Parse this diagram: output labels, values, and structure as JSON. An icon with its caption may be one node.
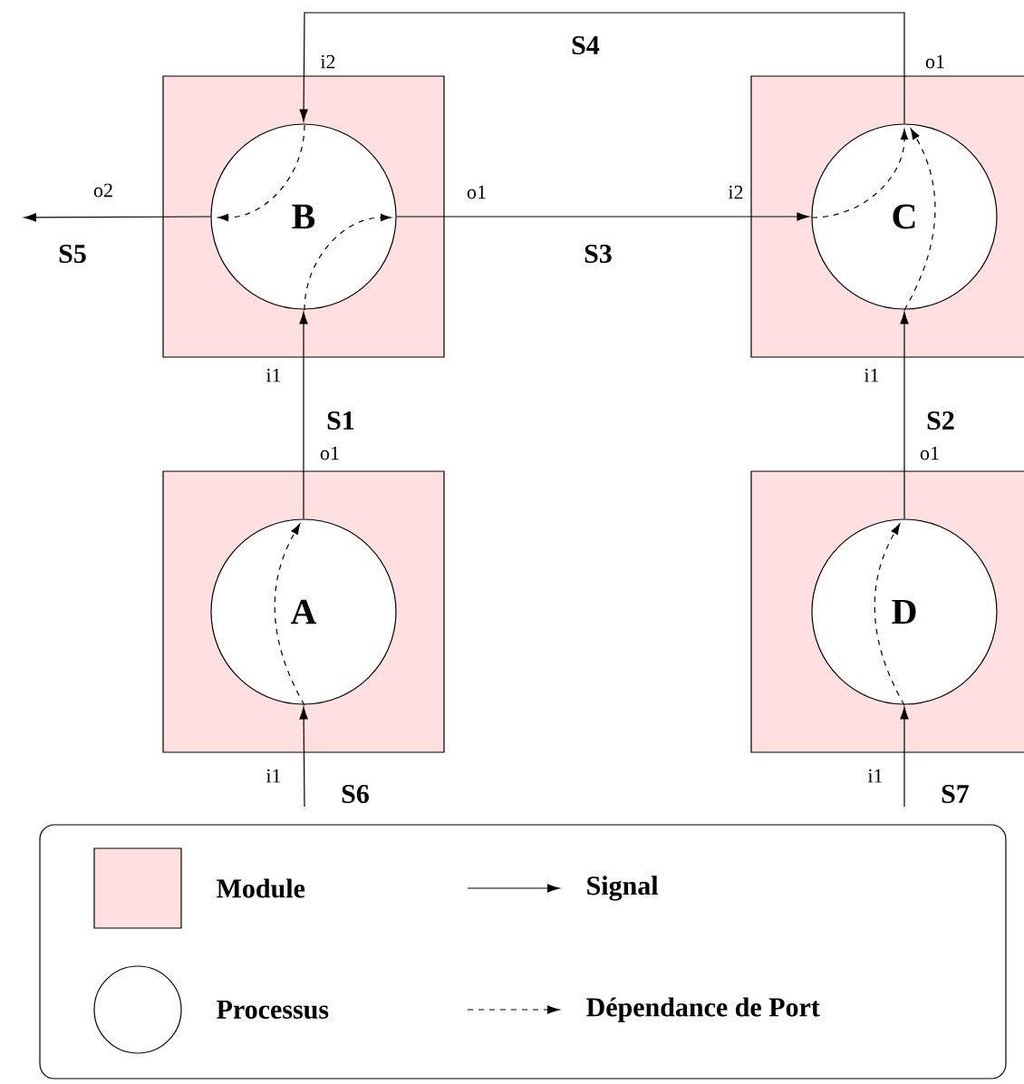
{
  "diagram": {
    "nodes": [
      {
        "text": [],
        "shape": "box"
      },
      {
        "text": [
          "B"
        ],
        "in": 0
      },
      {
        "text": [],
        "shape": "box"
      },
      {
        "text": [
          "C"
        ],
        "in": 2
      },
      {
        "text": [],
        "shape": "box"
      },
      {
        "text": [
          "A"
        ],
        "in": 4
      },
      {
        "text": [],
        "shape": "box"
      },
      {
        "text": [
          "D"
        ],
        "in": 6
      }
    ],
    "edges": [
      {
        "from": 5,
        "to": 1,
        "arrow": "to",
        "label": "S1"
      },
      {
        "from": 7,
        "to": 3,
        "arrow": "to",
        "label": "S2"
      },
      {
        "from": 1,
        "to": 3,
        "arrow": "to",
        "label": "S3"
      },
      {
        "from": 3,
        "to": 1,
        "arrow": "to",
        "label": "S4"
      },
      {
        "from": 1,
        "to": null,
        "arrow": "to",
        "label": "S5"
      },
      {
        "from": null,
        "to": 5,
        "arrow": "to",
        "label": "S6"
      },
      {
        "from": null,
        "to": 7,
        "arrow": "to",
        "label": "S7"
      }
    ],
    "labels": [
      "i2",
      "o1",
      "o2",
      "o1",
      "i2",
      "i1",
      "i1",
      "o1",
      "o1",
      "i1",
      "i1"
    ],
    "legend": [
      {
        "text": "Module",
        "color": "#ffdfdf"
      },
      {
        "text": "Signal"
      },
      {
        "text": "Processus"
      },
      {
        "text": "Dépendance de Port"
      }
    ]
  }
}
